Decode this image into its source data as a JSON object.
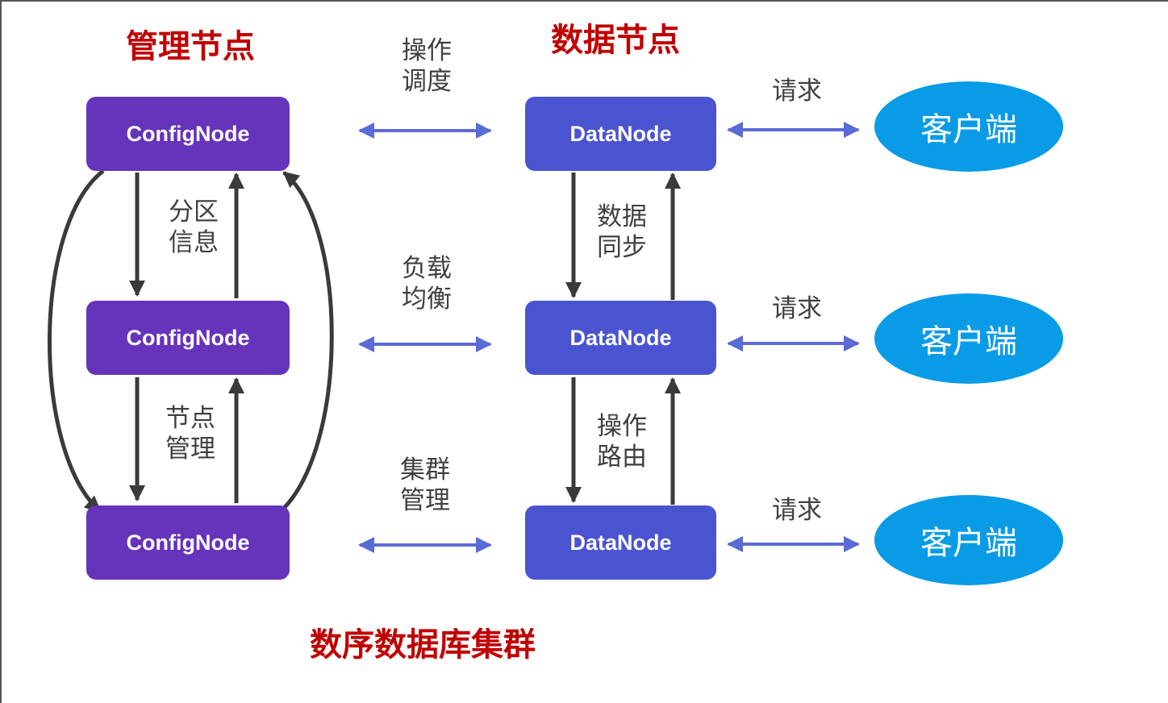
{
  "colors": {
    "title": "#c00000",
    "config_node": "#6633bb",
    "data_node": "#4b54d0",
    "client": "#0a9be6",
    "blue_arrow": "#5b6bd6",
    "dark_arrow": "#3a3a3a",
    "label_text": "#404040"
  },
  "headers": {
    "management": "管理节点",
    "data": "数据节点",
    "cluster": "数序数据库集群"
  },
  "config_nodes": [
    {
      "label": "ConfigNode"
    },
    {
      "label": "ConfigNode"
    },
    {
      "label": "ConfigNode"
    }
  ],
  "data_nodes": [
    {
      "label": "DataNode"
    },
    {
      "label": "DataNode"
    },
    {
      "label": "DataNode"
    }
  ],
  "clients": [
    {
      "label": "客户端"
    },
    {
      "label": "客户端"
    },
    {
      "label": "客户端"
    }
  ],
  "config_links": {
    "top": "分区\n信息",
    "bottom": "节点\n管理"
  },
  "data_links": {
    "top": "数据\n同步",
    "bottom": "操作\n路由"
  },
  "middle_links": [
    {
      "label": "操作\n调度"
    },
    {
      "label": "负载\n均衡"
    },
    {
      "label": "集群\n管理"
    }
  ],
  "client_links": [
    {
      "label": "请求"
    },
    {
      "label": "请求"
    },
    {
      "label": "请求"
    }
  ]
}
